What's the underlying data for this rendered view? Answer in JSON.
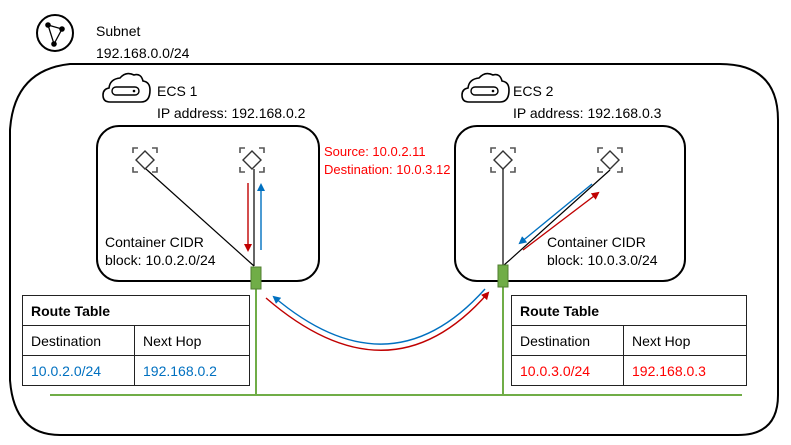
{
  "subnet": {
    "icon": "subnet-icon",
    "title": "Subnet",
    "cidr": "192.168.0.0/24"
  },
  "ecs": [
    {
      "icon": "ecs-cloud-server-icon",
      "name": "ECS 1",
      "ip_label": "IP address: 192.168.0.2",
      "container_cidr_line1": "Container CIDR",
      "container_cidr_line2": "block: 10.0.2.0/24",
      "route_table": {
        "title": "Route Table",
        "headers": [
          "Destination",
          "Next Hop"
        ],
        "rows": [
          [
            "10.0.2.0/24",
            "192.168.0.2"
          ]
        ],
        "value_color": "#0070c0"
      }
    },
    {
      "icon": "ecs-cloud-server-icon",
      "name": "ECS 2",
      "ip_label": "IP address: 192.168.0.3",
      "container_cidr_line1": "Container CIDR",
      "container_cidr_line2": "block: 10.0.3.0/24",
      "route_table": {
        "title": "Route Table",
        "headers": [
          "Destination",
          "Next Hop"
        ],
        "rows": [
          [
            "10.0.3.0/24",
            "192.168.0.3"
          ]
        ],
        "value_color": "#ff0000"
      }
    }
  ],
  "packet": {
    "source": "Source: 10.0.2.11",
    "destination": "Destination: 10.0.3.12"
  },
  "colors": {
    "request_path": "#c00000",
    "response_path": "#0070c0",
    "network": "#70ad47",
    "outline": "#000000"
  }
}
